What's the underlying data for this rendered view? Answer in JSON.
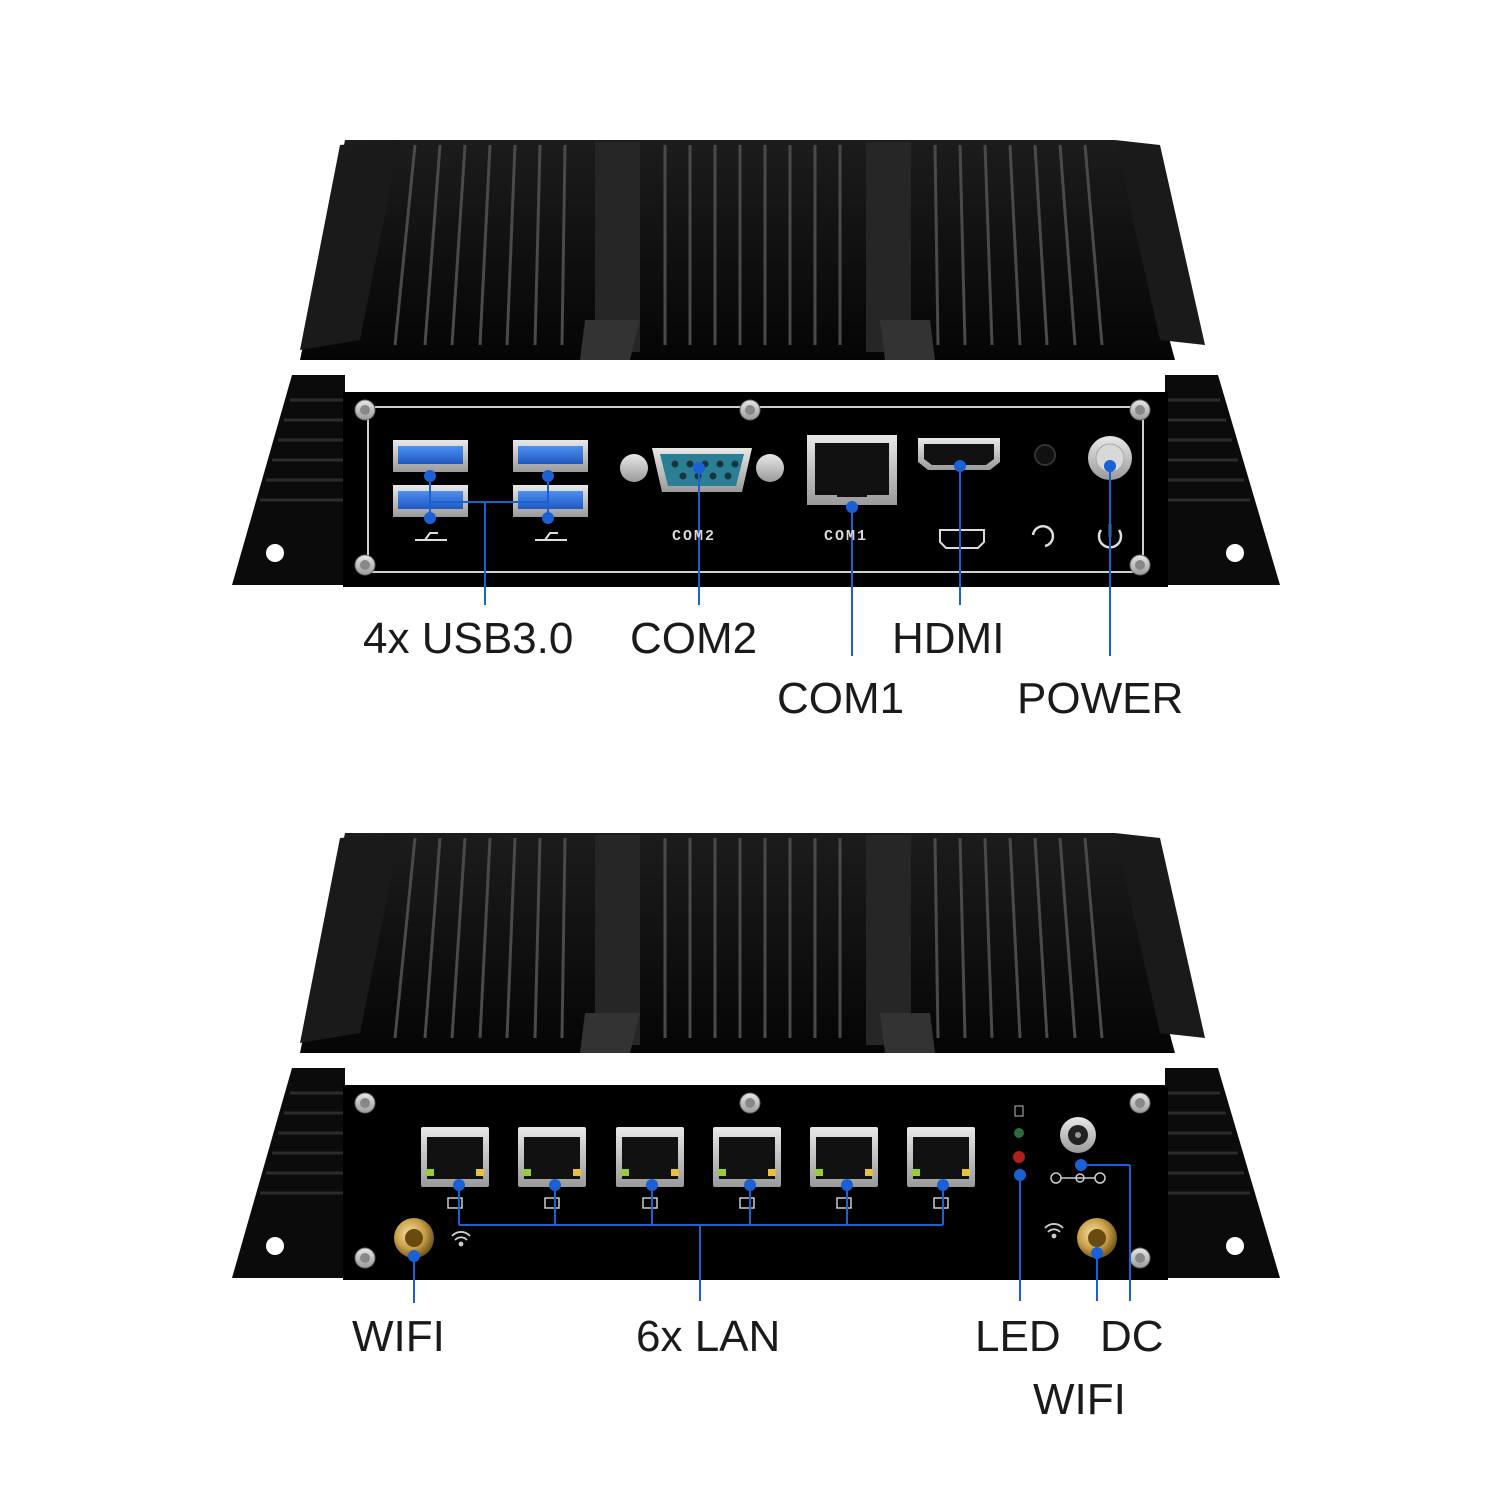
{
  "colors": {
    "body": "#0d0d0d",
    "panel": "#000000",
    "usb_blue": "#2e6fd6",
    "callout": "#1b61d6",
    "text": "#1a1a1a"
  },
  "top_unit": {
    "port_markings": {
      "com2": "COM2",
      "com1": "COM1"
    },
    "callouts": {
      "usb": "4x USB3.0",
      "com2": "COM2",
      "hdmi": "HDMI",
      "com1": "COM1",
      "power": "POWER"
    },
    "icons": [
      "usb-icon",
      "usb-icon",
      "hdmi-icon",
      "reset-icon",
      "power-icon"
    ]
  },
  "bottom_unit": {
    "callouts": {
      "wifi_left": "WIFI",
      "lan": "6x LAN",
      "led": "LED",
      "dc": "DC",
      "wifi_right": "WIFI"
    },
    "lan_port_count": 6,
    "icons": [
      "wifi-icon",
      "wifi-icon",
      "lan-icon",
      "dc-polarity-icon"
    ]
  }
}
